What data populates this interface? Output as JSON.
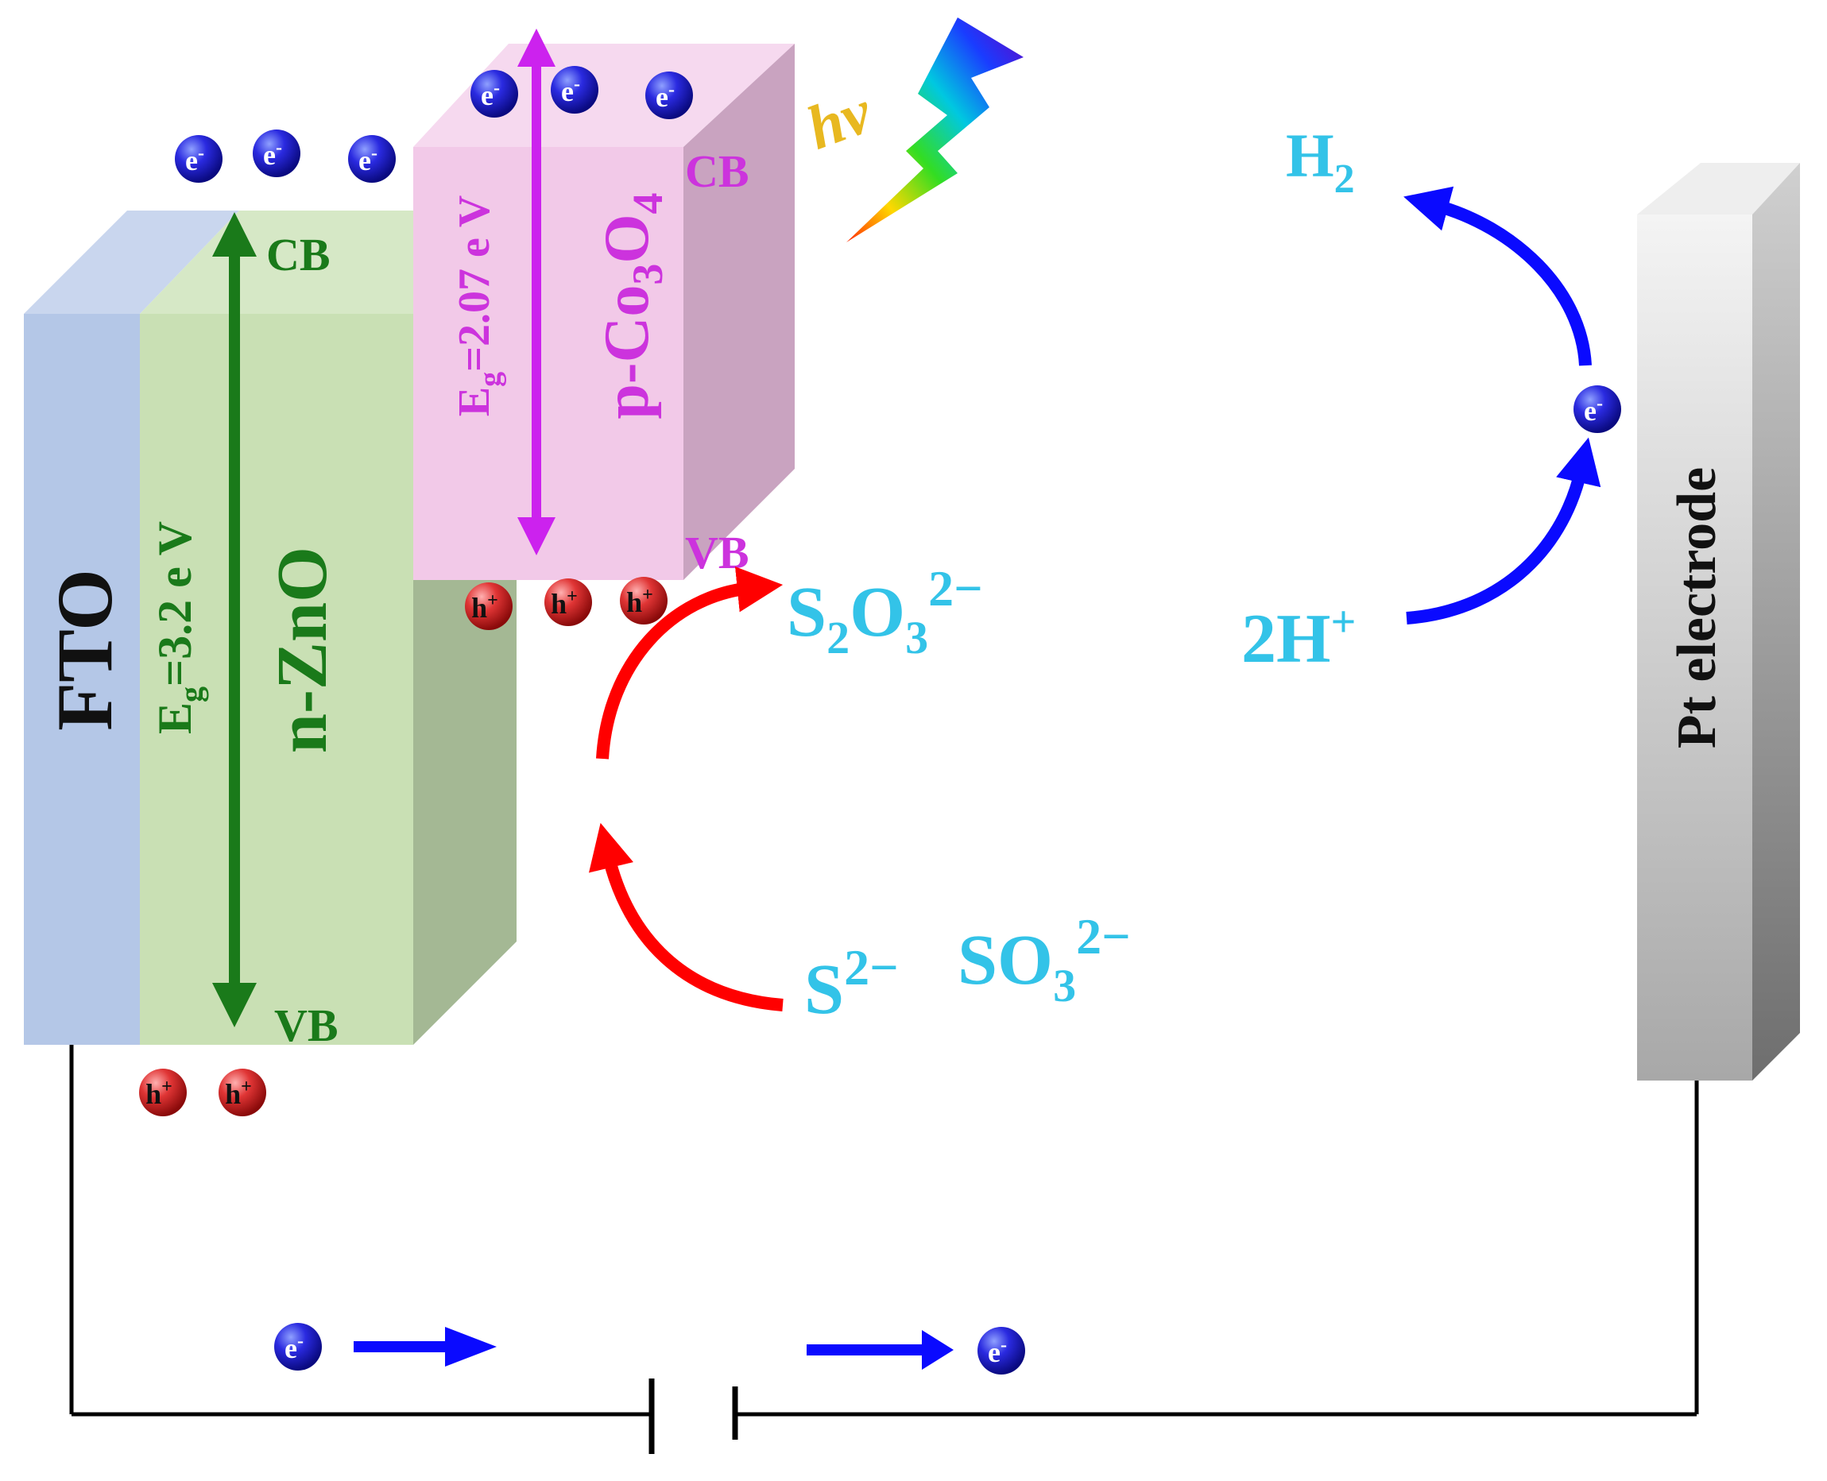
{
  "layers": {
    "fto": {
      "label": "FTO"
    },
    "zno": {
      "label": "n-ZnO",
      "cb": "CB",
      "vb": "VB",
      "eg_prefix": "E",
      "eg_sub": "g",
      "eg_value": "=3.2 e V"
    },
    "co3o4": {
      "label_main": "p-Co",
      "label_sub1": "3",
      "label_mid": "O",
      "label_sub2": "4",
      "cb": "CB",
      "vb": "VB",
      "eg_prefix": "E",
      "eg_sub": "g",
      "eg_value": "=2.07 e V"
    },
    "pt": {
      "label": "Pt electrode"
    }
  },
  "light": {
    "label": "hv"
  },
  "carriers": {
    "electron_base": "e",
    "electron_sup": "-",
    "hole_base": "h",
    "hole_sup": "+"
  },
  "species": {
    "h2": {
      "base": "H",
      "sub": "2"
    },
    "two_h_plus": {
      "base": "2H",
      "sup": "+"
    },
    "s2o3": {
      "s": "S",
      "s_sub": "2",
      "o": "O",
      "o_sub": "3",
      "sup": "2−"
    },
    "s2": {
      "base": "S",
      "sup": "2−"
    },
    "so3": {
      "base": "SO",
      "sub": "3",
      "sup": "2−"
    }
  },
  "colors": {
    "fto": "#b4c7e7",
    "zno_front": "#c9e0b4",
    "zno_side": "#a4b894",
    "co3o4_front": "#f2c9e8",
    "co3o4_side": "#c9a3c0",
    "zno_text": "#1a7a1a",
    "co3o4_text": "#cc33dd",
    "species_text": "#33c3e8",
    "electron": "#1f1fd6",
    "hole": "#e03030",
    "red_arrow": "#ff0000",
    "blue_arrow": "#0a0aff"
  }
}
